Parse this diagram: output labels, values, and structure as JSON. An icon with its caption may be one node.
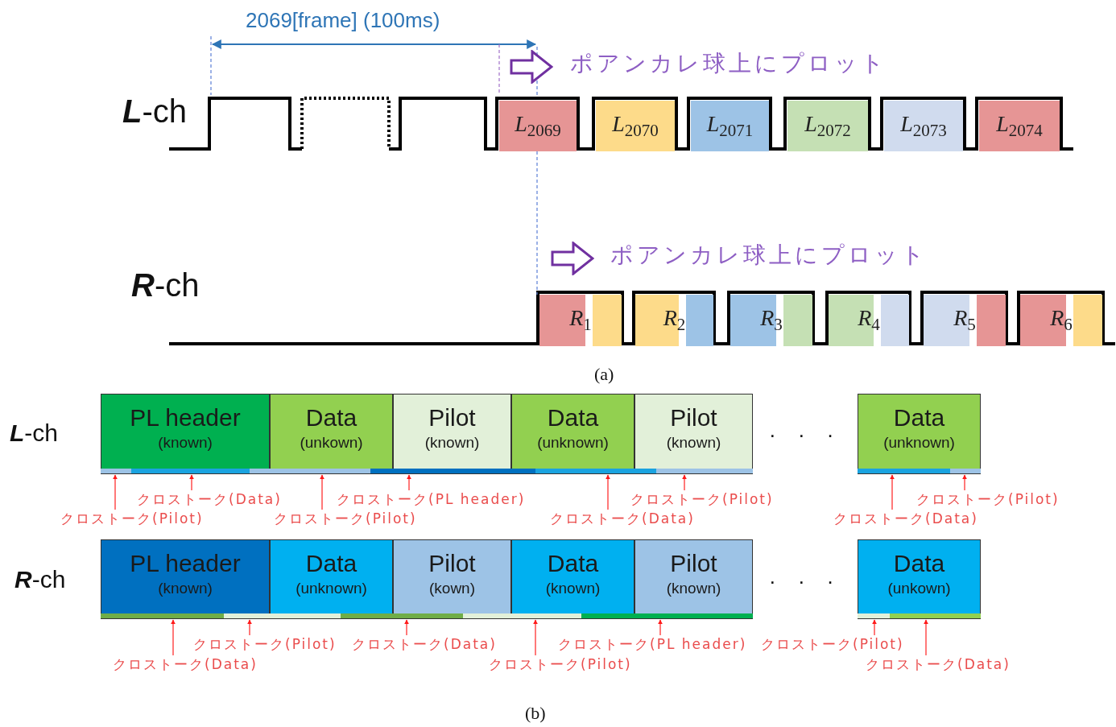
{
  "diagram": {
    "nodes": [
      {
        "text": [
          "*L*$_{2069}$"
        ]
      },
      {
        "text": [
          "*L*$_{2070}$"
        ]
      },
      {
        "text": [
          "*L*$_{2071}$"
        ]
      },
      {
        "text": [
          "*L*$_{2072}$"
        ]
      },
      {
        "text": [
          "*L*$_{2073}$"
        ]
      },
      {
        "text": [
          "*L*$_{2074}$"
        ]
      },
      {
        "text": [
          "*R*$_{1}$"
        ]
      },
      {
        "text": [
          "*R*$_{2}$"
        ]
      },
      {
        "text": [
          "*R*$_{3}$"
        ]
      },
      {
        "text": [
          "*R*$_{4}$"
        ]
      },
      {
        "text": [
          "*R*$_{5}$"
        ]
      },
      {
        "text": [
          "*R*$_{6}$"
        ]
      },
      {
        "text": [
          "PL header",
          "(known)"
        ]
      },
      {
        "text": [
          "Data",
          "(unkown)"
        ]
      },
      {
        "text": [
          "Pilot",
          "(known)"
        ]
      },
      {
        "text": [
          "Data",
          "(unknown)"
        ]
      },
      {
        "text": [
          "Pilot",
          "(known)"
        ]
      },
      {
        "text": [
          "Data",
          "(unknown)"
        ]
      },
      {
        "text": [
          "クロストーク(Pilot)"
        ]
      },
      {
        "text": [
          "クロストーク(Data)"
        ]
      },
      {
        "text": [
          "クロストーク(Pilot)"
        ]
      },
      {
        "text": [
          "クロストーク(PL header)"
        ]
      },
      {
        "text": [
          "クロストーク(Data)"
        ]
      },
      {
        "text": [
          "クロストーク(Pilot)"
        ]
      },
      {
        "text": [
          "クロストーク(Data)"
        ]
      },
      {
        "text": [
          "クロストーク(Pilot)"
        ]
      },
      {
        "text": [
          "PL header",
          "(known)"
        ]
      },
      {
        "text": [
          "Data",
          "(unknown)"
        ]
      },
      {
        "text": [
          "Pilot",
          "(kown)"
        ]
      },
      {
        "text": [
          "Data",
          "(known)"
        ]
      },
      {
        "text": [
          "Pilot",
          "(known)"
        ]
      },
      {
        "text": [
          "Data",
          "(unkown)"
        ]
      },
      {
        "text": [
          "クロストーク(Data)"
        ]
      },
      {
        "text": [
          "クロストーク(Pilot)"
        ]
      },
      {
        "text": [
          "クロストーク(Data)"
        ]
      },
      {
        "text": [
          "クロストーク(Pilot)"
        ]
      },
      {
        "text": [
          "クロストーク(PL header)"
        ]
      },
      {
        "text": [
          "クロストーク(Pilot)"
        ]
      },
      {
        "text": [
          "クロストーク(Data)"
        ]
      }
    ],
    "edges": [
      {
        "from": 18,
        "to": 12,
        "arrow": "to"
      },
      {
        "from": 19,
        "to": 12,
        "arrow": "to"
      },
      {
        "from": 20,
        "to": 13,
        "arrow": "to"
      },
      {
        "from": 21,
        "to": 14,
        "arrow": "to"
      },
      {
        "from": 22,
        "to": 15,
        "arrow": "to"
      },
      {
        "from": 23,
        "to": 16,
        "arrow": "to"
      },
      {
        "from": 24,
        "to": 17,
        "arrow": "to"
      },
      {
        "from": 25,
        "to": 17,
        "arrow": "to"
      },
      {
        "from": 32,
        "to": 26,
        "arrow": "to"
      },
      {
        "from": 33,
        "to": 26,
        "arrow": "to"
      },
      {
        "from": 34,
        "to": 28,
        "arrow": "to"
      },
      {
        "from": 35,
        "to": 29,
        "arrow": "to"
      },
      {
        "from": 36,
        "to": 30,
        "arrow": "to"
      },
      {
        "from": 37,
        "to": 31,
        "arrow": "to"
      },
      {
        "from": 38,
        "to": 31,
        "arrow": "to"
      },
      {
        "from": 0,
        "to": 6,
        "arrow": "none",
        "style": "dashed",
        "color": "#5b7fd6"
      }
    ],
    "labels": [
      "2069[frame] (100ms)",
      "ポアンカレ球上にプロット",
      "**L**-ch",
      "ポアンカレ球上にプロット",
      "**R**-ch",
      "(a)",
      "**L**-ch",
      "· · ·",
      "**R**-ch",
      "· · ·",
      "(b)"
    ]
  }
}
